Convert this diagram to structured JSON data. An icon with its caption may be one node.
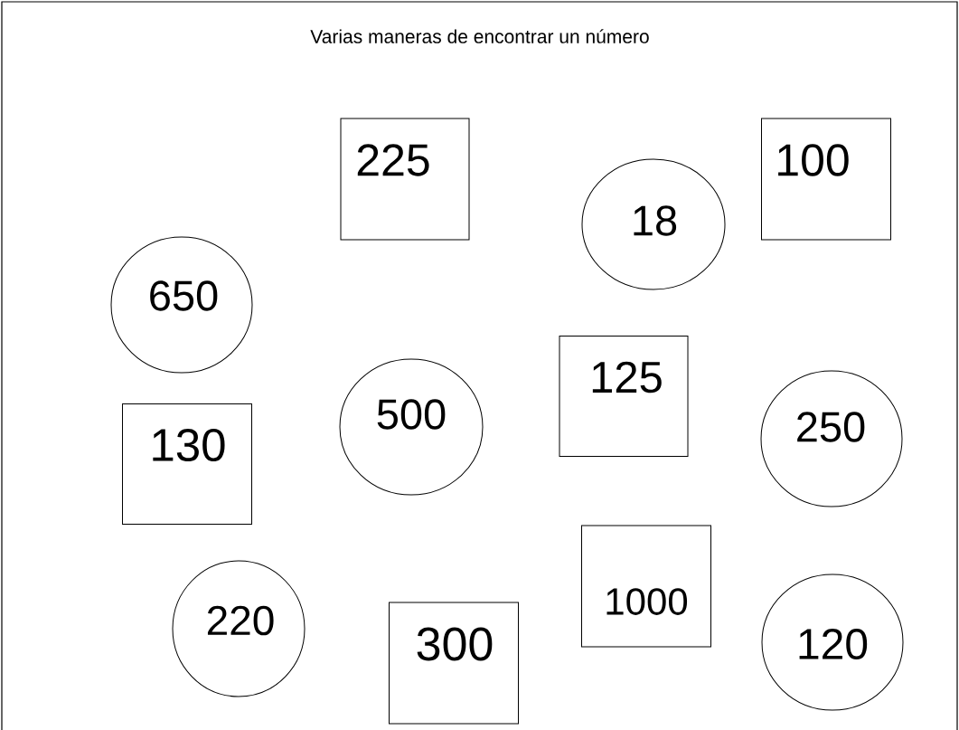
{
  "diagram": {
    "title": "Varias maneras de encontrar un número",
    "nodes": [
      {
        "text": [
          "225"
        ]
      },
      {
        "text": [
          "100"
        ]
      },
      {
        "text": [
          "18"
        ]
      },
      {
        "text": [
          "650"
        ]
      },
      {
        "text": [
          "125"
        ]
      },
      {
        "text": [
          "500"
        ]
      },
      {
        "text": [
          "250"
        ]
      },
      {
        "text": [
          "130"
        ]
      },
      {
        "text": [
          "1000"
        ]
      },
      {
        "text": [
          "220"
        ]
      },
      {
        "text": [
          "120"
        ]
      },
      {
        "text": [
          "300"
        ]
      }
    ]
  }
}
